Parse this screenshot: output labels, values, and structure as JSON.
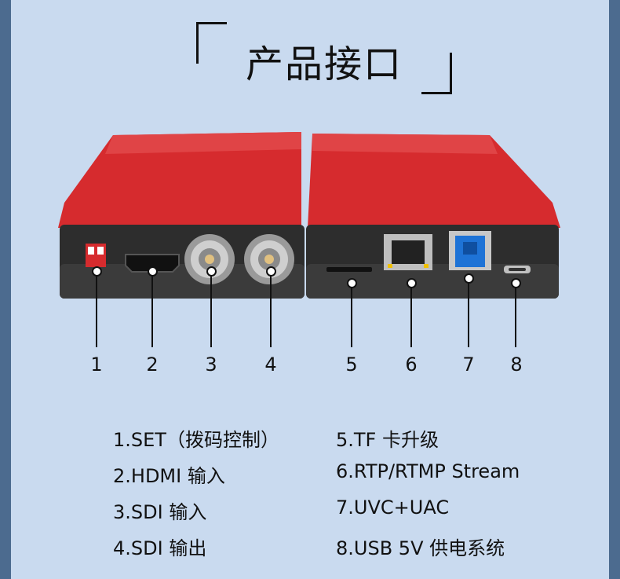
{
  "title": "产品接口",
  "callout_numbers": [
    "1",
    "2",
    "3",
    "4",
    "5",
    "6",
    "7",
    "8"
  ],
  "labels_left": [
    "1.SET（拨码控制）",
    "2.HDMI 输入",
    "3.SDI 输入",
    "4.SDI 输出"
  ],
  "labels_right": [
    "5.TF 卡升级",
    "6.RTP/RTMP Stream",
    "7.UVC+UAC",
    "8.USB 5V 供电系统"
  ],
  "colors": {
    "background": "#c9daef",
    "device_red": "#d62b2e",
    "device_black": "#2b2b2b"
  }
}
